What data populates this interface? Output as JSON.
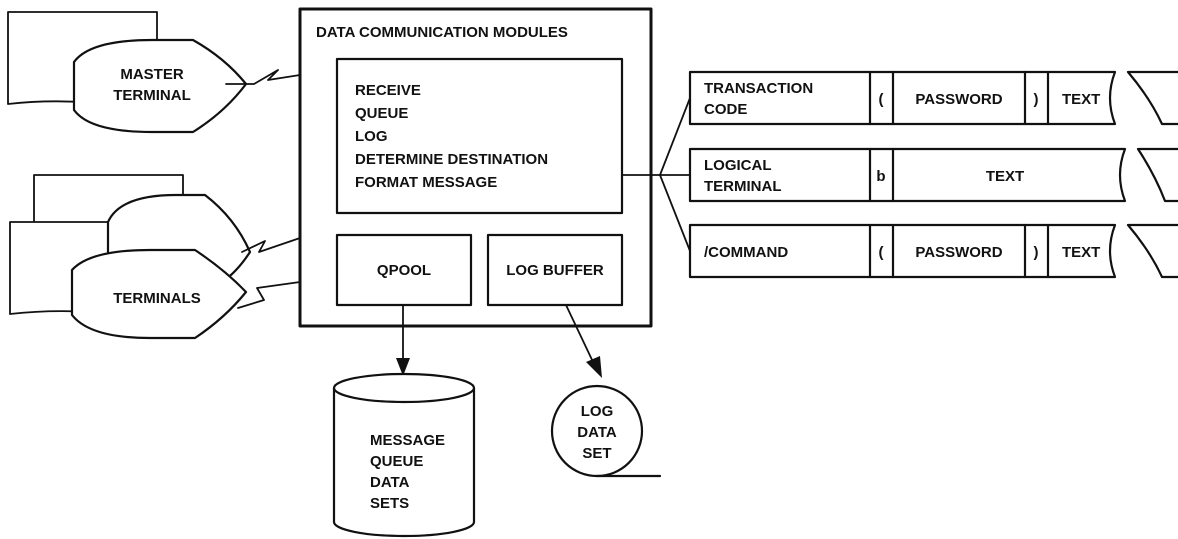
{
  "dc_modules": {
    "title": "DATA COMMUNICATION MODULES",
    "functions": [
      "RECEIVE",
      "QUEUE",
      "LOG",
      "DETERMINE DESTINATION",
      "FORMAT MESSAGE"
    ],
    "qpool": "QPOOL",
    "log_buffer": "LOG BUFFER"
  },
  "master_terminal": [
    "MASTER",
    "TERMINAL"
  ],
  "terminals": "TERMINALS",
  "message_queue": [
    "MESSAGE",
    "QUEUE",
    "DATA",
    "SETS"
  ],
  "log_dataset": [
    "LOG",
    "DATA",
    "SET"
  ],
  "formats": {
    "transaction": {
      "code": [
        "TRANSACTION",
        "CODE"
      ],
      "open_paren": "(",
      "password": "PASSWORD",
      "close_paren": ")",
      "text": "TEXT"
    },
    "logical_terminal": {
      "name": [
        "LOGICAL",
        "TERMINAL"
      ],
      "blank": "b",
      "text": "TEXT"
    },
    "command": {
      "name": "/COMMAND",
      "open_paren": "(",
      "password": "PASSWORD",
      "close_paren": ")",
      "text": "TEXT"
    }
  }
}
